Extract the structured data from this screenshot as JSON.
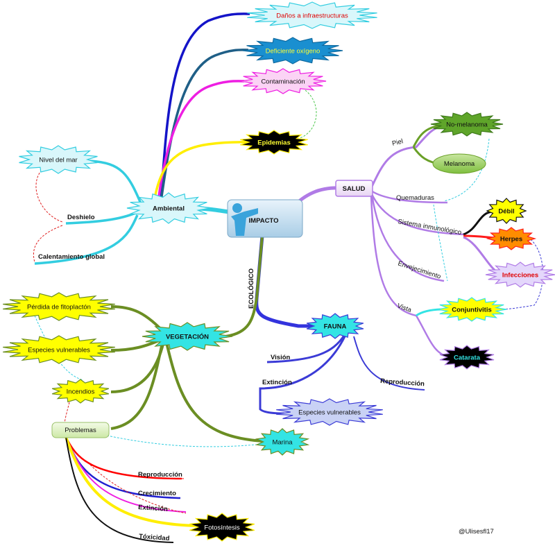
{
  "center": {
    "label": "IMPACTO"
  },
  "branch_ecologico": {
    "label": "ECOLÓGICO"
  },
  "ambiental": {
    "label": "Ambiental",
    "nodes": {
      "danos": "Daños a infraestructuras",
      "oxigeno": "Deficiente oxígeno",
      "contaminacion": "Contaminación",
      "epidemias": "Epidemias",
      "nivel_mar": "Nivel del mar",
      "deshielo": "Deshielo",
      "calentamiento": "Calentamiento global"
    }
  },
  "salud": {
    "label": "SALUD",
    "piel": "Piel",
    "no_melanoma": "No-melanoma",
    "melanoma": "Melanoma",
    "quemaduras": "Quemaduras",
    "sistema": "Sistema inmunológico",
    "debil": "Débil",
    "herpes": "Herpes",
    "infecciones": "Infecciones",
    "envejecimiento": "Envejecimiento",
    "vista": "Vista",
    "conjuntivitis": "Conjuntivitis",
    "catarata": "Catarata"
  },
  "vegetacion": {
    "label": "VEGETACIÓN",
    "fitoplancton": "Pérdida de fitoplactón",
    "especies": "Especies vulnerables",
    "incendios": "Incendios",
    "problemas": "Problemas",
    "marina": "Marina",
    "reproduccion": "Reproducción",
    "crecimiento": "Crecimiento",
    "extincion": "Extinción",
    "fotosintesis": "Fotosíntesis",
    "toxicidad": "Tóxicidad"
  },
  "fauna": {
    "label": "FAUNA",
    "vision": "Visión",
    "extincion": "Extinción",
    "reproduccion": "Reproducción",
    "especies": "Especies vulnerables"
  },
  "credit": "@Ulisesfl17"
}
